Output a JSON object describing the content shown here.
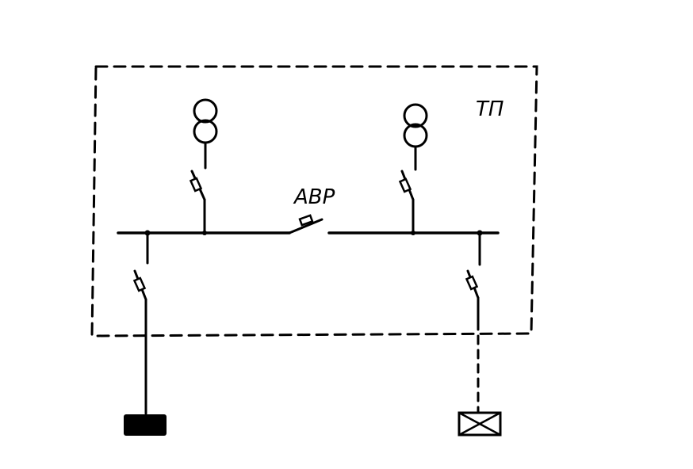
{
  "labels": {
    "substation": "ТП",
    "ats": "АВР"
  },
  "colors": {
    "ink": "#000000",
    "paper": "#ffffff"
  },
  "components": {
    "transformers": [
      "transformer-left",
      "transformer-right"
    ],
    "feeder_loads": [
      "load-left-filled",
      "load-right-crossed"
    ]
  }
}
